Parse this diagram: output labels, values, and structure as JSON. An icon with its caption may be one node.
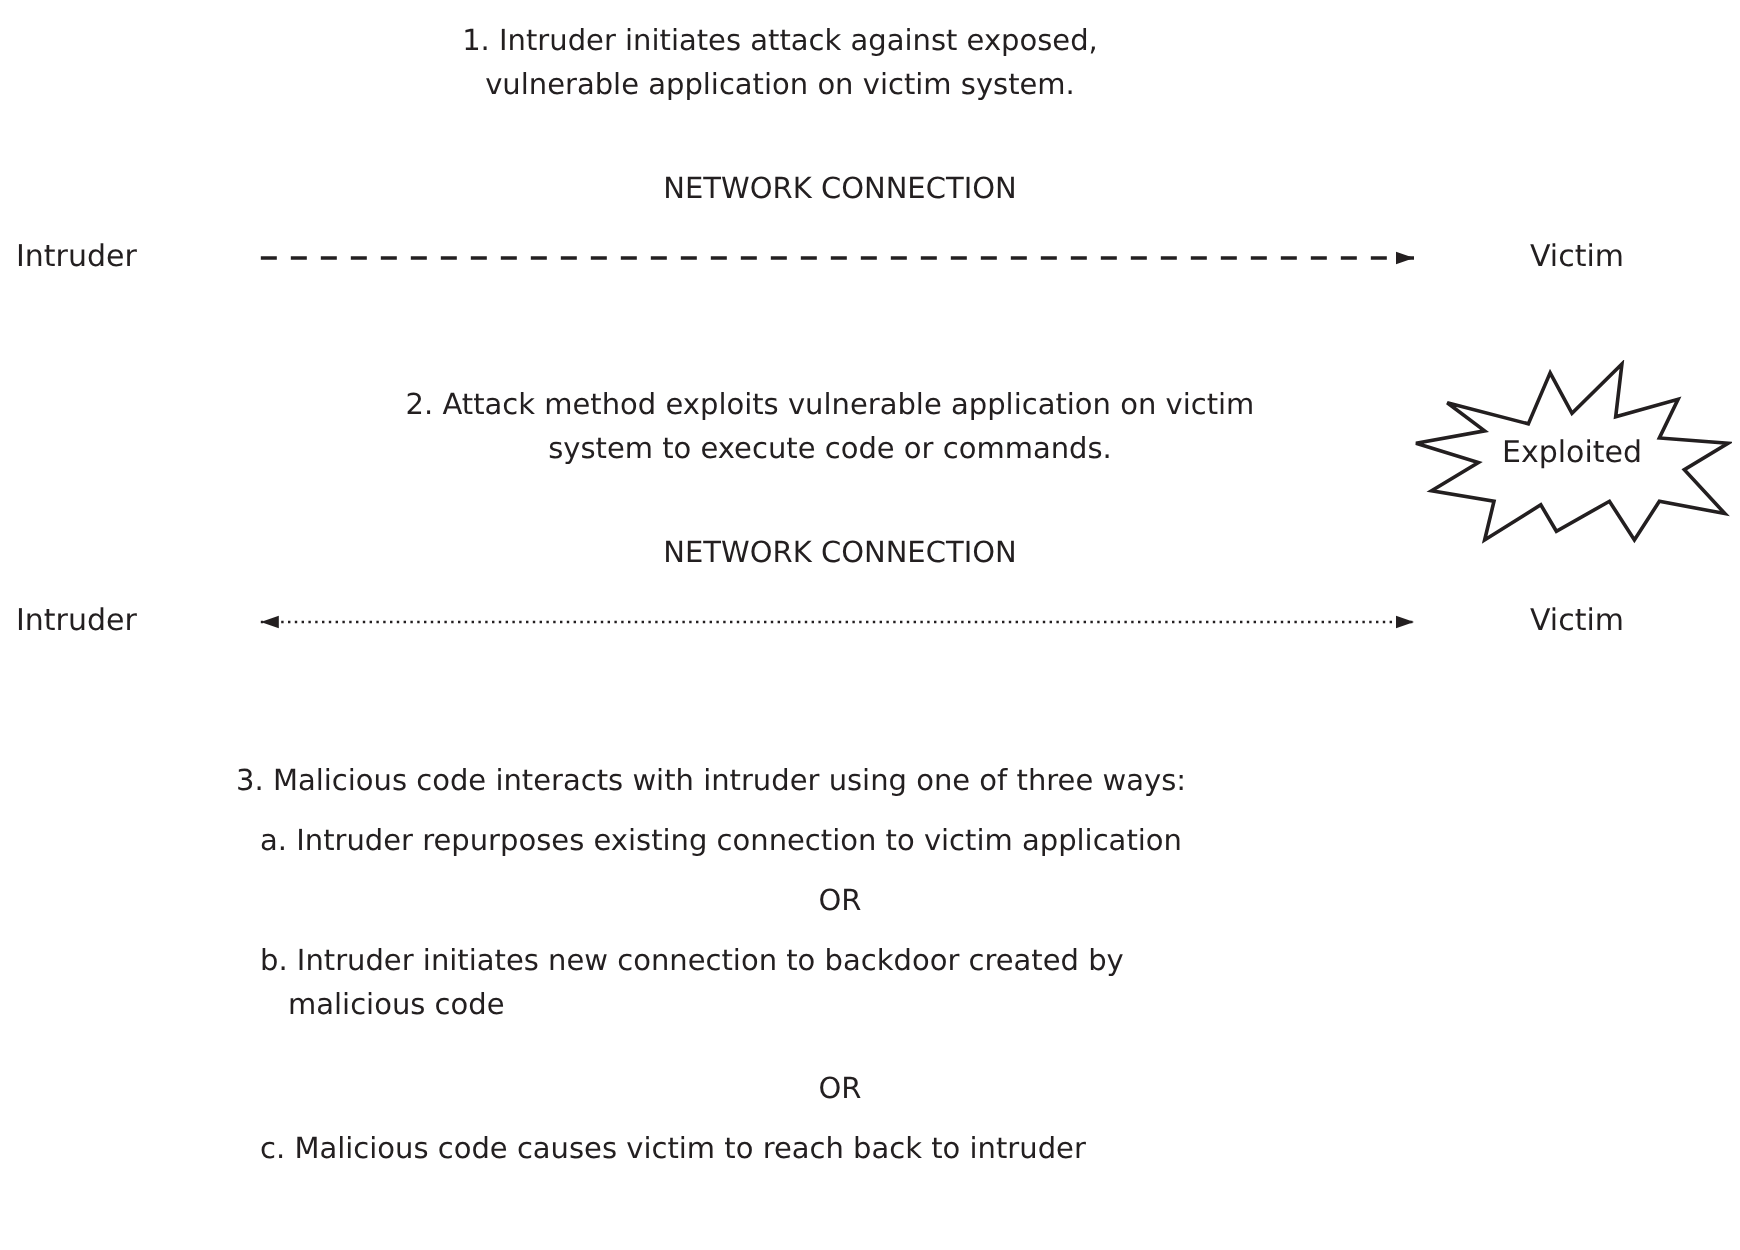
{
  "diagram": {
    "nodes": [
      {
        "text": [
          "Intruder"
        ]
      },
      {
        "text": [
          "Victim"
        ]
      },
      {
        "text": [
          "Intruder"
        ]
      },
      {
        "text": [
          "Victim"
        ]
      },
      {
        "text": [
          "Exploited"
        ]
      }
    ],
    "edges": [
      {
        "from": 0,
        "to": 1,
        "arrow": "to",
        "style": "dashed"
      },
      {
        "from": 2,
        "to": 3,
        "arrow": "both"
      }
    ],
    "labels": [
      "1. Intruder initiates attack against exposed, vulnerable application on victim system.",
      "NETWORK CONNECTION",
      "2. Attack method exploits vulnerable application on victim system to execute code or commands.",
      "NETWORK CONNECTION",
      "3. Malicious code interacts with intruder using one of three ways:",
      "a. Intruder repurposes existing connection to victim application",
      "OR",
      "b. Intruder initiates new connection to backdoor created by malicious code",
      "OR",
      "c. Malicious code causes victim to reach back to intruder"
    ]
  }
}
